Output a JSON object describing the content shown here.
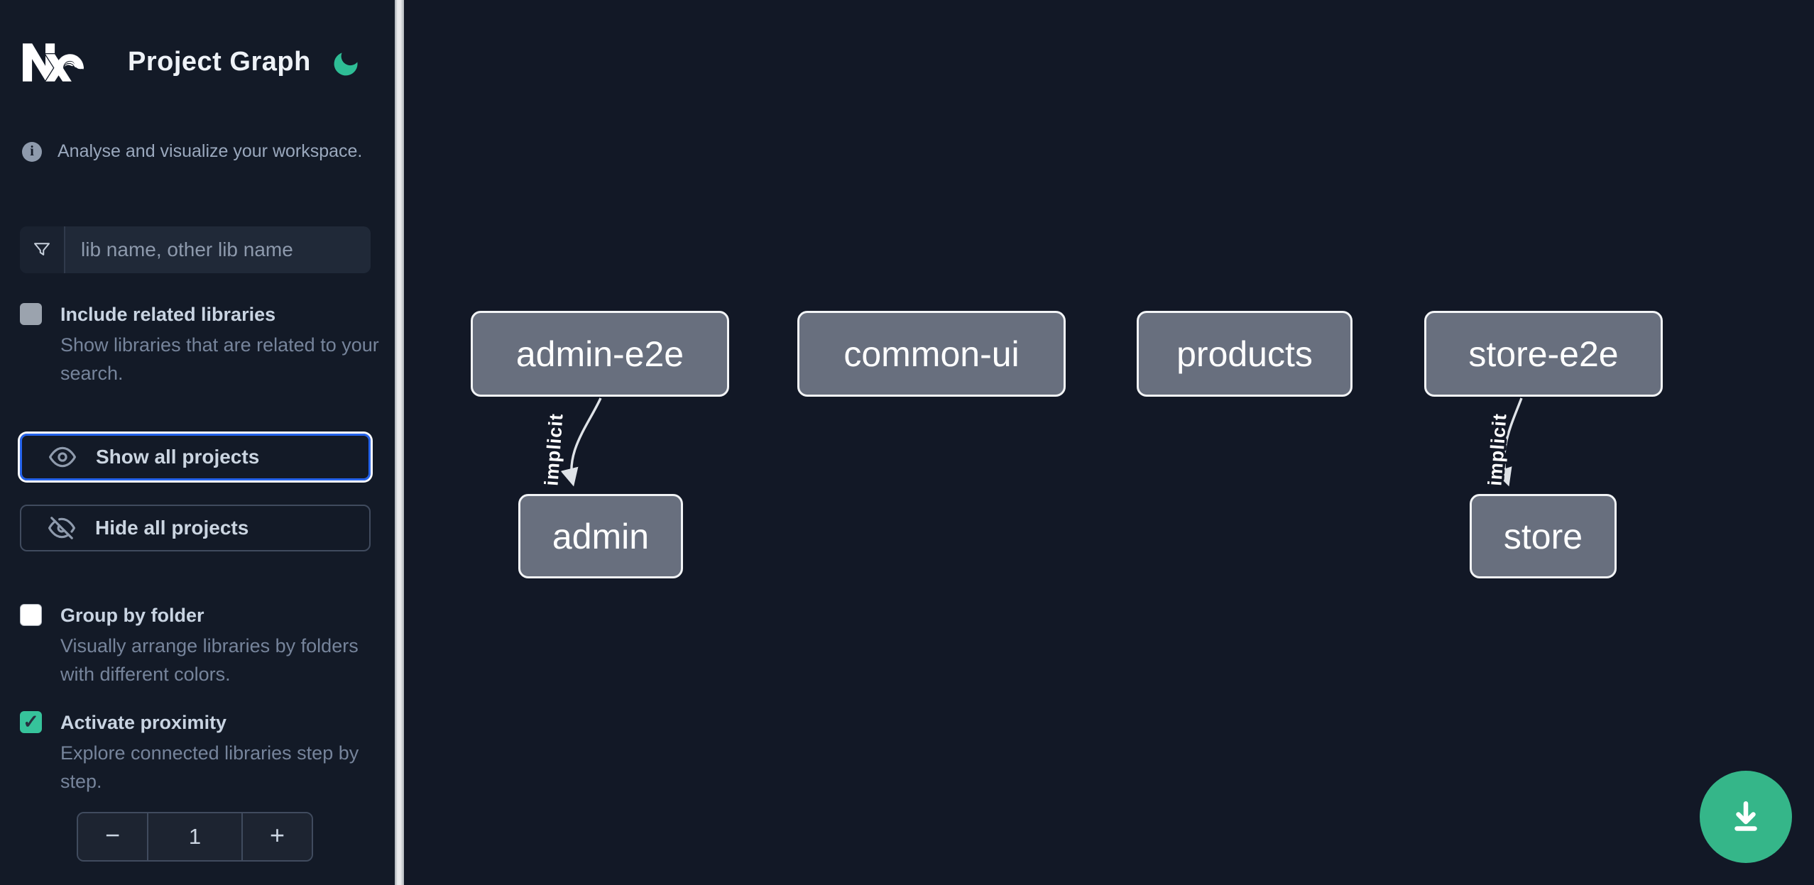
{
  "app": {
    "title": "Project Graph"
  },
  "colors": {
    "accent_green": "#2ebd95",
    "checkbox_green": "#36c39b",
    "download_green": "#35b689",
    "focus_blue": "#2563eb",
    "node_fill": "#686f7e",
    "canvas_bg": "#121826",
    "sidebar_bg": "#131a27"
  },
  "icons": {
    "info": "i",
    "check": "✓"
  },
  "sidebar": {
    "tagline": "Analyse and visualize your workspace.",
    "filter_placeholder": "lib name, other lib name",
    "include_related": {
      "label": "Include related libraries",
      "description": "Show libraries that are related to your search.",
      "checked": false
    },
    "show_all": {
      "label": "Show all projects",
      "focused": true
    },
    "hide_all": {
      "label": "Hide all projects"
    },
    "group_by_folder": {
      "label": "Group by folder",
      "description": "Visually arrange libraries by folders with different colors.",
      "checked": false
    },
    "activate_proximity": {
      "label": "Activate proximity",
      "description": "Explore connected libraries step by step.",
      "checked": true
    },
    "proximity_stepper": {
      "decrement": "−",
      "value": "1",
      "increment": "+"
    }
  },
  "graph": {
    "nodes": [
      {
        "label": "admin-e2e"
      },
      {
        "label": "common-ui"
      },
      {
        "label": "products"
      },
      {
        "label": "store-e2e"
      },
      {
        "label": "admin"
      },
      {
        "label": "store"
      }
    ],
    "edges": [
      {
        "source": "admin-e2e",
        "target": "admin",
        "label": "implicit"
      },
      {
        "source": "store-e2e",
        "target": "store",
        "label": "implicit"
      }
    ]
  }
}
